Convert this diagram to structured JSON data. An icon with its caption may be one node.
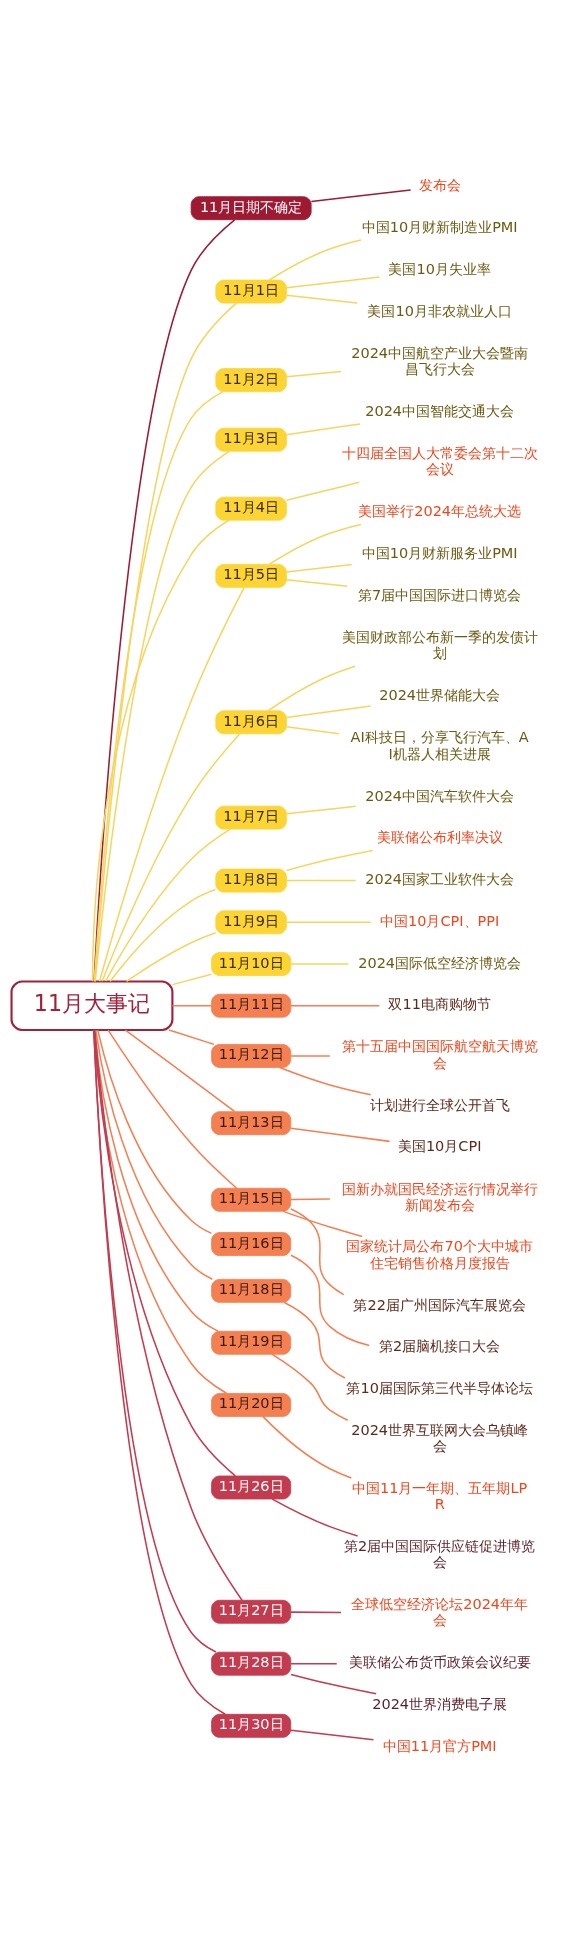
{
  "diagram": {
    "nodes": [
      {
        "text": [
          "11月大事记"
        ]
      },
      {
        "text": [
          "11月日期不确定"
        ]
      },
      {
        "text": [
          "发布会"
        ]
      },
      {
        "text": [
          "11月1日"
        ]
      },
      {
        "text": [
          "中国10月财新制造业PMI"
        ]
      },
      {
        "text": [
          "美国10月失业率"
        ]
      },
      {
        "text": [
          "美国10月非农就业人口"
        ]
      },
      {
        "text": [
          "11月2日"
        ]
      },
      {
        "text": [
          "2024中国航空产业大会暨南昌飞行大会"
        ]
      },
      {
        "text": [
          "11月3日"
        ]
      },
      {
        "text": [
          "2024中国智能交通大会"
        ]
      },
      {
        "text": [
          "11月4日"
        ]
      },
      {
        "text": [
          "十四届全国人大常委会第十二次会议"
        ]
      },
      {
        "text": [
          "11月5日"
        ]
      },
      {
        "text": [
          "美国举行2024年总统大选"
        ]
      },
      {
        "text": [
          "中国10月财新服务业PMI"
        ]
      },
      {
        "text": [
          "第7届中国国际进口博览会"
        ]
      },
      {
        "text": [
          "11月6日"
        ]
      },
      {
        "text": [
          "美国财政部公布新一季的发债计划"
        ]
      },
      {
        "text": [
          "2024世界储能大会"
        ]
      },
      {
        "text": [
          "AI科技日，分享飞行汽车、AI机器人相关进展"
        ]
      },
      {
        "text": [
          "11月7日"
        ]
      },
      {
        "text": [
          "2024中国汽车软件大会"
        ]
      },
      {
        "text": [
          "11月8日"
        ]
      },
      {
        "text": [
          "美联储公布利率决议"
        ]
      },
      {
        "text": [
          "2024国家工业软件大会"
        ]
      },
      {
        "text": [
          "11月9日"
        ]
      },
      {
        "text": [
          "中国10月CPI、PPI"
        ]
      },
      {
        "text": [
          "11月10日"
        ]
      },
      {
        "text": [
          "2024国际低空经济博览会"
        ]
      },
      {
        "text": [
          "11月11日"
        ]
      },
      {
        "text": [
          "双11电商购物节"
        ]
      },
      {
        "text": [
          "11月12日"
        ]
      },
      {
        "text": [
          "第十五届中国国际航空航天博览会"
        ]
      },
      {
        "text": [
          "计划进行全球公开首飞"
        ]
      },
      {
        "text": [
          "11月13日"
        ]
      },
      {
        "text": [
          "美国10月CPI"
        ]
      },
      {
        "text": [
          "11月15日"
        ]
      },
      {
        "text": [
          "国新办就国民经济运行情况举行新闻发布会"
        ]
      },
      {
        "text": [
          "国家统计局公布70个大中城市住宅销售价格月度报告"
        ]
      },
      {
        "text": [
          "第22届广州国际汽车展览会"
        ]
      },
      {
        "text": [
          "11月16日"
        ]
      },
      {
        "text": [
          "第2届脑机接口大会"
        ]
      },
      {
        "text": [
          "11月18日"
        ]
      },
      {
        "text": [
          "第10届国际第三代半导体论坛"
        ]
      },
      {
        "text": [
          "11月19日"
        ]
      },
      {
        "text": [
          "2024世界互联网大会乌镇峰会"
        ]
      },
      {
        "text": [
          "11月20日"
        ]
      },
      {
        "text": [
          "中国11月一年期、五年期LPR"
        ]
      },
      {
        "text": [
          "11月26日"
        ]
      },
      {
        "text": [
          "第2届中国国际供应链促进博览会"
        ]
      },
      {
        "text": [
          "11月27日"
        ]
      },
      {
        "text": [
          "全球低空经济论坛2024年年会"
        ]
      },
      {
        "text": [
          "11月28日"
        ]
      },
      {
        "text": [
          "美联储公布货币政策会议纪要"
        ]
      },
      {
        "text": [
          "2024世界消费电子展"
        ]
      },
      {
        "text": [
          "11月30日"
        ]
      },
      {
        "text": [
          "中国11月官方PMI"
        ]
      }
    ],
    "edges": [
      {
        "from": 0,
        "to": 1,
        "arrow": "none",
        "color": "#9e1a33"
      },
      {
        "from": 1,
        "to": 2,
        "arrow": "none",
        "color": "#9e1a33"
      },
      {
        "from": 0,
        "to": 3,
        "arrow": "none",
        "color": "#f5d560"
      },
      {
        "from": 3,
        "to": 4,
        "arrow": "none",
        "color": "#f5d560"
      },
      {
        "from": 3,
        "to": 5,
        "arrow": "none",
        "color": "#f5d560"
      },
      {
        "from": 3,
        "to": 6,
        "arrow": "none",
        "color": "#f5d560"
      },
      {
        "from": 0,
        "to": 7,
        "arrow": "none",
        "color": "#f5d560"
      },
      {
        "from": 7,
        "to": 8,
        "arrow": "none",
        "color": "#f5d560"
      },
      {
        "from": 0,
        "to": 9,
        "arrow": "none",
        "color": "#f5d560"
      },
      {
        "from": 9,
        "to": 10,
        "arrow": "none",
        "color": "#f5d560"
      },
      {
        "from": 0,
        "to": 11,
        "arrow": "none",
        "color": "#f5d560"
      },
      {
        "from": 11,
        "to": 12,
        "arrow": "none",
        "color": "#f5d560"
      },
      {
        "from": 0,
        "to": 13,
        "arrow": "none",
        "color": "#f5d560"
      },
      {
        "from": 13,
        "to": 14,
        "arrow": "none",
        "color": "#f5d560"
      },
      {
        "from": 13,
        "to": 15,
        "arrow": "none",
        "color": "#f5d560"
      },
      {
        "from": 13,
        "to": 16,
        "arrow": "none",
        "color": "#f5d560"
      },
      {
        "from": 0,
        "to": 17,
        "arrow": "none",
        "color": "#f5d560"
      },
      {
        "from": 17,
        "to": 18,
        "arrow": "none",
        "color": "#f5d560"
      },
      {
        "from": 17,
        "to": 19,
        "arrow": "none",
        "color": "#f5d560"
      },
      {
        "from": 17,
        "to": 20,
        "arrow": "none",
        "color": "#f5d560"
      },
      {
        "from": 0,
        "to": 21,
        "arrow": "none",
        "color": "#f5d560"
      },
      {
        "from": 21,
        "to": 22,
        "arrow": "none",
        "color": "#f5d560"
      },
      {
        "from": 0,
        "to": 23,
        "arrow": "none",
        "color": "#f5d560"
      },
      {
        "from": 23,
        "to": 24,
        "arrow": "none",
        "color": "#f5d560"
      },
      {
        "from": 23,
        "to": 25,
        "arrow": "none",
        "color": "#f5d560"
      },
      {
        "from": 0,
        "to": 26,
        "arrow": "none",
        "color": "#f5d560"
      },
      {
        "from": 26,
        "to": 27,
        "arrow": "none",
        "color": "#f5d560"
      },
      {
        "from": 0,
        "to": 28,
        "arrow": "none",
        "color": "#f5d560"
      },
      {
        "from": 28,
        "to": 29,
        "arrow": "none",
        "color": "#f5d560"
      },
      {
        "from": 0,
        "to": 30,
        "arrow": "none",
        "color": "#f47f51"
      },
      {
        "from": 30,
        "to": 31,
        "arrow": "none",
        "color": "#f47f51"
      },
      {
        "from": 0,
        "to": 32,
        "arrow": "none",
        "color": "#f47f51"
      },
      {
        "from": 32,
        "to": 33,
        "arrow": "none",
        "color": "#f47f51"
      },
      {
        "from": 32,
        "to": 34,
        "arrow": "none",
        "color": "#f47f51"
      },
      {
        "from": 0,
        "to": 35,
        "arrow": "none",
        "color": "#f47f51"
      },
      {
        "from": 35,
        "to": 36,
        "arrow": "none",
        "color": "#f47f51"
      },
      {
        "from": 0,
        "to": 37,
        "arrow": "none",
        "color": "#f47f51"
      },
      {
        "from": 37,
        "to": 38,
        "arrow": "none",
        "color": "#f47f51"
      },
      {
        "from": 37,
        "to": 39,
        "arrow": "none",
        "color": "#f47f51"
      },
      {
        "from": 37,
        "to": 40,
        "arrow": "none",
        "color": "#f47f51"
      },
      {
        "from": 0,
        "to": 41,
        "arrow": "none",
        "color": "#f47f51"
      },
      {
        "from": 41,
        "to": 42,
        "arrow": "none",
        "color": "#f47f51"
      },
      {
        "from": 0,
        "to": 43,
        "arrow": "none",
        "color": "#f47f51"
      },
      {
        "from": 43,
        "to": 44,
        "arrow": "none",
        "color": "#f47f51"
      },
      {
        "from": 0,
        "to": 45,
        "arrow": "none",
        "color": "#f47f51"
      },
      {
        "from": 45,
        "to": 46,
        "arrow": "none",
        "color": "#f47f51"
      },
      {
        "from": 0,
        "to": 47,
        "arrow": "none",
        "color": "#f47f51"
      },
      {
        "from": 47,
        "to": 48,
        "arrow": "none",
        "color": "#f47f51"
      },
      {
        "from": 0,
        "to": 49,
        "arrow": "none",
        "color": "#c23b4e"
      },
      {
        "from": 49,
        "to": 50,
        "arrow": "none",
        "color": "#c23b4e"
      },
      {
        "from": 0,
        "to": 51,
        "arrow": "none",
        "color": "#c23b4e"
      },
      {
        "from": 51,
        "to": 52,
        "arrow": "none",
        "color": "#c23b4e"
      },
      {
        "from": 0,
        "to": 53,
        "arrow": "none",
        "color": "#c23b4e"
      },
      {
        "from": 53,
        "to": 54,
        "arrow": "none",
        "color": "#c23b4e"
      },
      {
        "from": 53,
        "to": 55,
        "arrow": "none",
        "color": "#c23b4e"
      },
      {
        "from": 0,
        "to": 56,
        "arrow": "none",
        "color": "#c23b4e"
      },
      {
        "from": 56,
        "to": 57,
        "arrow": "none",
        "color": "#c23b4e"
      }
    ]
  }
}
